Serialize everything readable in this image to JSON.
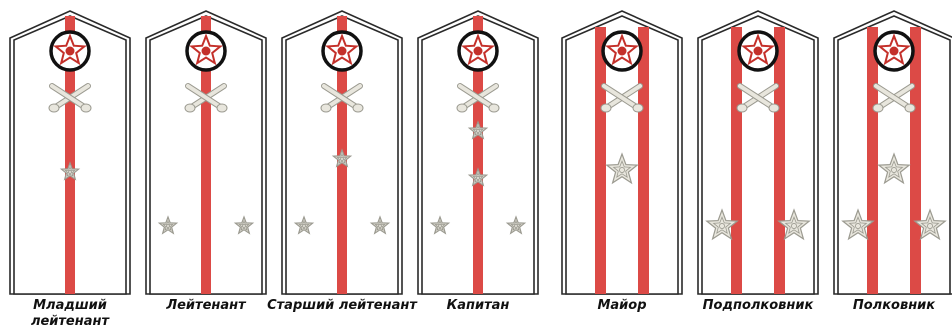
{
  "colors": {
    "stripe": "#dc4a46",
    "outline": "#2a2a2a",
    "star_fill": "#e8e6dd",
    "star_stroke": "#9b9a90",
    "emblem_ring": "#111111",
    "emblem_red": "#c4302a"
  },
  "ranks": [
    {
      "label": "Младший лейтенант",
      "stripes": 1,
      "stars": [
        "center"
      ]
    },
    {
      "label": "Лейтенант",
      "stripes": 1,
      "stars": [
        "side-left",
        "side-right"
      ]
    },
    {
      "label": "Старший лейтенант",
      "stripes": 1,
      "stars": [
        "side-left",
        "side-right",
        "center-high"
      ]
    },
    {
      "label": "Капитан",
      "stripes": 1,
      "stars": [
        "side-left",
        "side-right",
        "center-mid",
        "center-top"
      ]
    },
    {
      "label": "Майор",
      "stripes": 2,
      "stars": [
        "big-center"
      ]
    },
    {
      "label": "Подполковник",
      "stripes": 2,
      "stars": [
        "big-left",
        "big-right"
      ]
    },
    {
      "label": "Полковник",
      "stripes": 2,
      "stars": [
        "big-left",
        "big-right",
        "big-center"
      ]
    }
  ]
}
